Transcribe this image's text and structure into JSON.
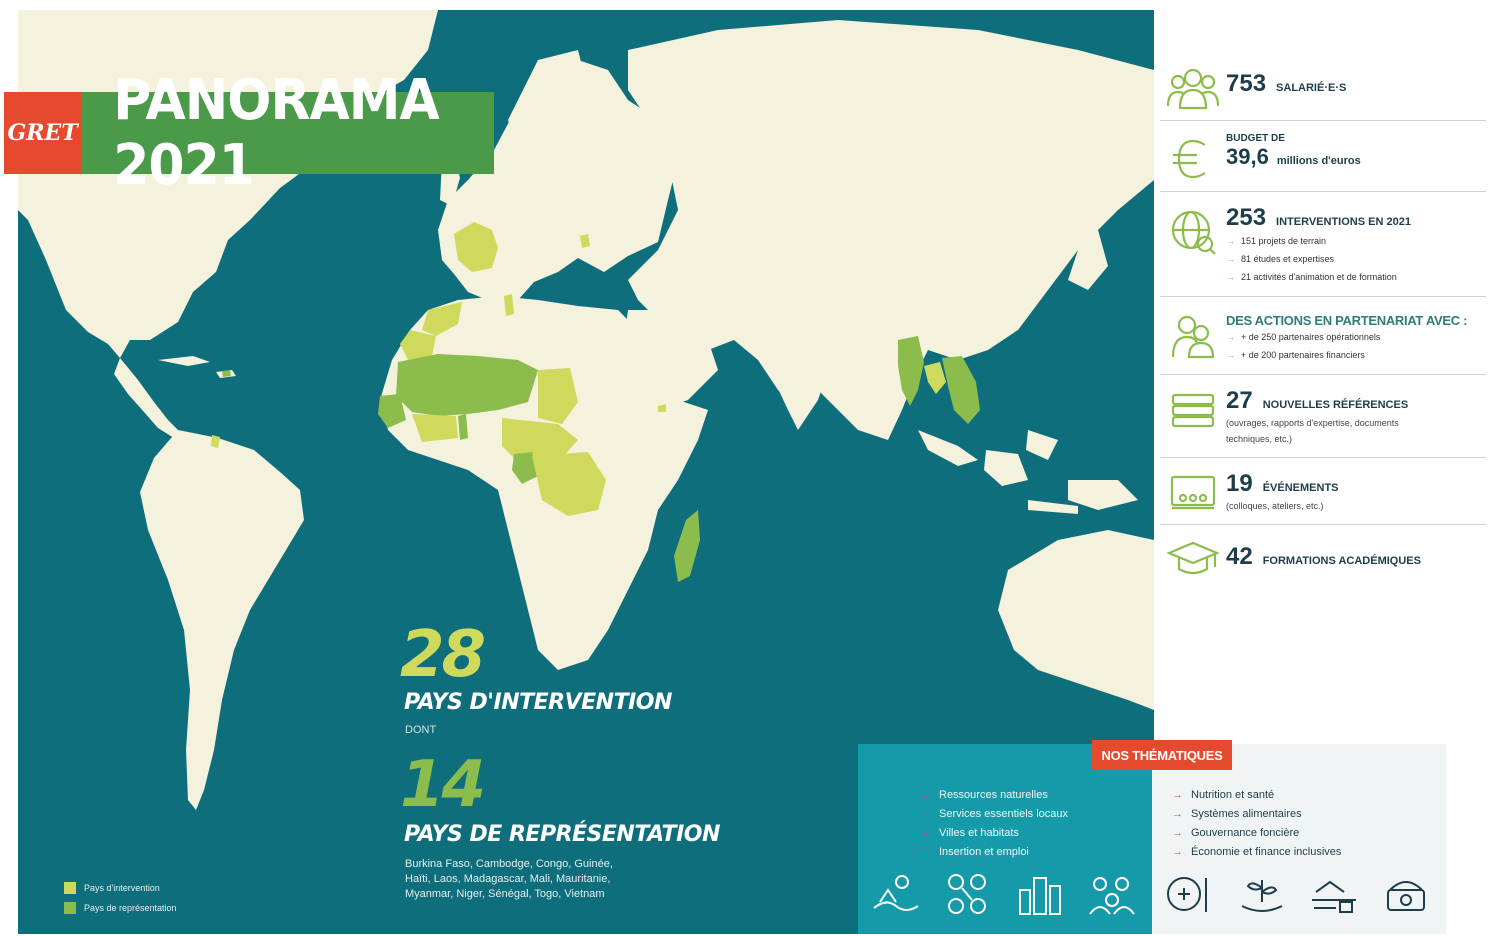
{
  "header": {
    "logo": "GRET",
    "title": "PANORAMA 2021"
  },
  "map": {
    "intervention_count": "28",
    "intervention_caption": "PAYS D'INTERVENTION",
    "dont": "DONT",
    "representation_count": "14",
    "representation_caption": "PAYS DE REPRÉSENTATION",
    "representation_countries": "Burkina Faso, Cambodge, Congo, Guinée, Haïti, Laos, Madagascar, Mali, Mauritanie, Myanmar, Niger, Sénégal, Togo, Vietnam",
    "colors": {
      "ocean": "#0f6e7c",
      "land": "#f4f1dc",
      "intervention": "#cfd95c",
      "representation": "#8cbd4c"
    }
  },
  "legend": {
    "intervention": "Pays d'intervention",
    "representation": "Pays de représentation"
  },
  "stats": {
    "employees": {
      "value": "753",
      "label": "SALARIÉ·E·S",
      "icon": "people-icon"
    },
    "budget": {
      "prefix": "BUDGET DE",
      "value": "39,6",
      "label": "millions d'euros",
      "icon": "euro-icon"
    },
    "interventions": {
      "value": "253",
      "label": "INTERVENTIONS EN 2021",
      "icon": "globe-search-icon",
      "items": [
        "151 projets de terrain",
        "81 études et expertises",
        "21 activités d'animation et de formation"
      ]
    },
    "partnerships": {
      "title": "DES ACTIONS EN PARTENARIAT AVEC :",
      "icon": "partners-icon",
      "items": [
        "+ de 250 partenaires opérationnels",
        "+ de 200 partenaires financiers"
      ]
    },
    "references": {
      "value": "27",
      "label": "NOUVELLES RÉFÉRENCES",
      "detail": "(ouvrages, rapports d'expertise, documents techniques, etc.)",
      "icon": "books-icon"
    },
    "events": {
      "value": "19",
      "label": "ÉVÉNEMENTS",
      "detail": "(colloques, ateliers, etc.)",
      "icon": "screen-icon"
    },
    "trainings": {
      "value": "42",
      "label": "FORMATIONS ACADÉMIQUES",
      "icon": "graduation-cap-icon"
    }
  },
  "themes": {
    "tag": "NOS THÉMATIQUES",
    "left": [
      "Ressources naturelles",
      "Services essentiels locaux",
      "Villes et habitats",
      "Insertion et emploi"
    ],
    "right": [
      "Nutrition et santé",
      "Systèmes alimentaires",
      "Gouvernance foncière",
      "Économie et finance inclusives"
    ],
    "left_icons": [
      "nature-icon",
      "services-icon",
      "city-icon",
      "employment-icon"
    ],
    "right_icons": [
      "health-icon",
      "food-plant-icon",
      "land-icon",
      "finance-icon"
    ]
  }
}
